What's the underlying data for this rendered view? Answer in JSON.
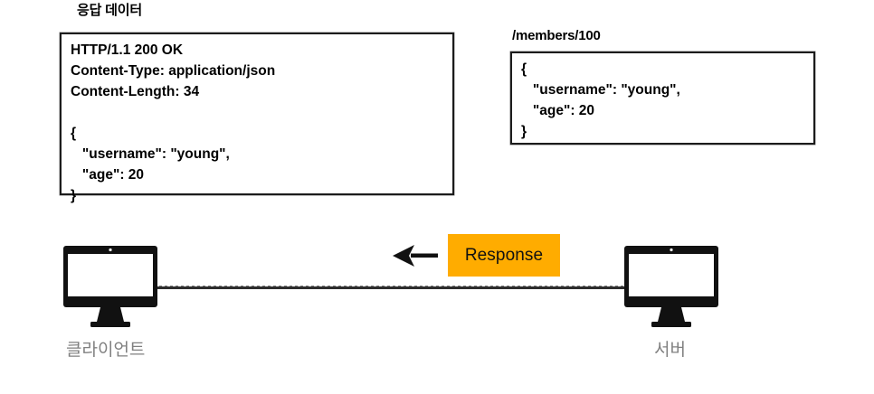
{
  "diagram": {
    "title_left": "응답 데이터",
    "title_right": "/members/100",
    "response_box": {
      "status_line": "HTTP/1.1 200 OK",
      "header_content_type": "Content-Type: application/json",
      "header_content_length": "Content-Length: 34",
      "blank_line": "",
      "body_open": "{",
      "body_username": "   \"username\": \"young\",",
      "body_age": "   \"age\": 20",
      "body_close": "}"
    },
    "resource_box": {
      "body_open": "{",
      "body_username": "   \"username\": \"young\",",
      "body_age": "   \"age\": 20",
      "body_close": "}"
    },
    "client": {
      "label": "클라이언트",
      "icon": "desktop-monitor-icon"
    },
    "server": {
      "label": "서버",
      "icon": "desktop-monitor-icon"
    },
    "flow": {
      "badge_label": "Response",
      "arrow_direction": "left",
      "arrow_icon": "arrow-left-icon"
    },
    "colors": {
      "badge_background": "#ffac00",
      "badge_text": "#111111",
      "device_label": "#808080",
      "stroke": "#1a1a1a",
      "canvas": "#ffffff"
    }
  }
}
